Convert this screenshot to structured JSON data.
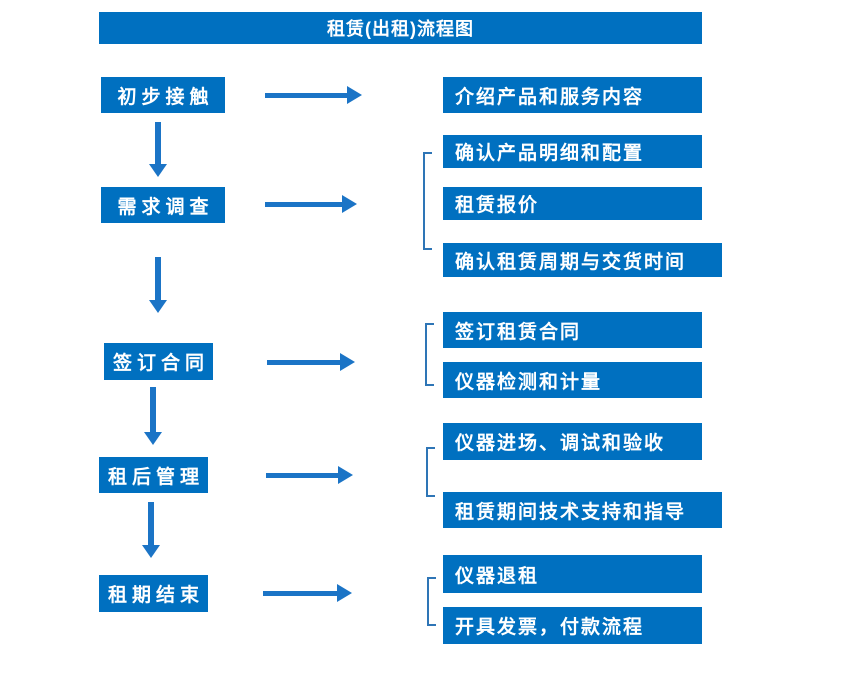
{
  "title": "租赁(出租)流程图",
  "colors": {
    "box_fill": "#0070C0",
    "arrow": "#1B74C6",
    "bracket": "#2E75B6",
    "text": "#FFFFFF",
    "background": "#FFFFFF"
  },
  "steps": [
    {
      "label": "初步接触",
      "details": [
        "介绍产品和服务内容"
      ]
    },
    {
      "label": "需求调查",
      "details": [
        "确认产品明细和配置",
        "租赁报价",
        "确认租赁周期与交货时间"
      ]
    },
    {
      "label": "签订合同",
      "details": [
        "签订租赁合同",
        "仪器检测和计量"
      ]
    },
    {
      "label": "租后管理",
      "details": [
        "仪器进场、调试和验收",
        "租赁期间技术支持和指导"
      ]
    },
    {
      "label": "租期结束",
      "details": [
        "仪器退租",
        "开具发票，付款流程"
      ]
    }
  ]
}
